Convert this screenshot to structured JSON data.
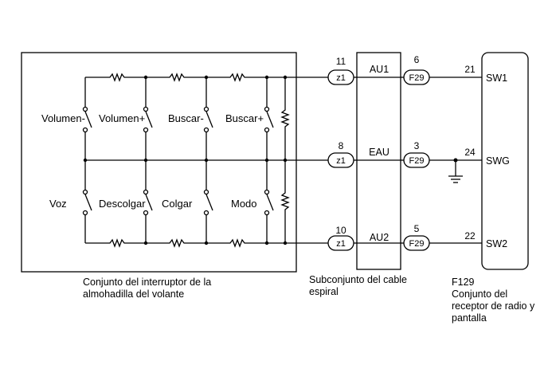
{
  "switch_assembly": {
    "caption_line1": "Conjunto del interruptor de la",
    "caption_line2": "almohadilla del volante",
    "switches_top": [
      "Volumen-",
      "Volumen+",
      "Buscar-",
      "Buscar+"
    ],
    "switches_bottom": [
      "Voz",
      "Descolgar",
      "Colgar",
      "Modo"
    ]
  },
  "spiral_cable": {
    "caption_line1": "Subconjunto del cable",
    "caption_line2": "espiral",
    "connector": "z1",
    "signals": [
      "AU1",
      "EAU",
      "AU2"
    ],
    "pins_in": [
      "11",
      "8",
      "10"
    ]
  },
  "receiver": {
    "code": "F129",
    "caption_line1": "Conjunto del",
    "caption_line2": "receptor de radio y",
    "caption_line3": "pantalla",
    "connector": "F29",
    "pins_out": [
      "6",
      "3",
      "5"
    ],
    "pins_in": [
      "21",
      "24",
      "22"
    ],
    "terminals": [
      "SW1",
      "SWG",
      "SW2"
    ]
  },
  "colors": {
    "line": "#000000",
    "background": "#ffffff"
  }
}
